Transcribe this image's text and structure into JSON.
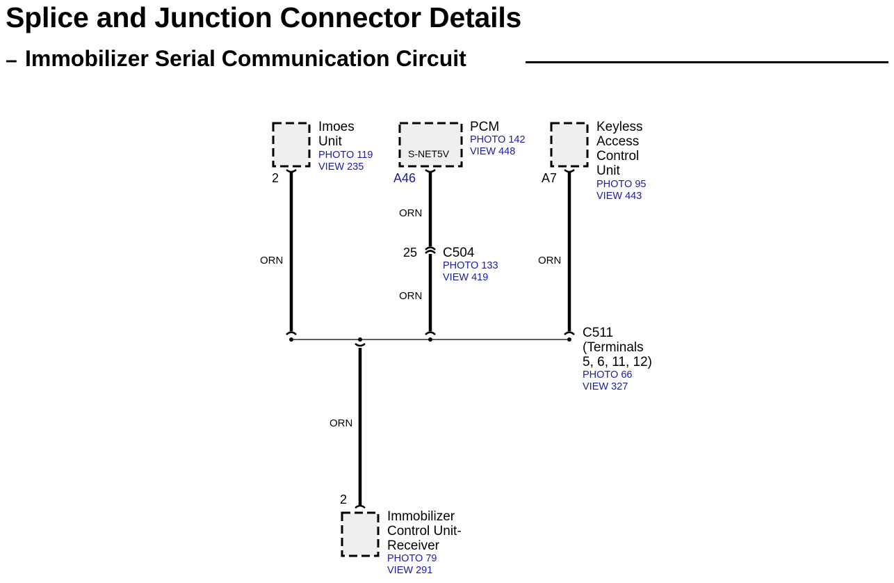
{
  "header": {
    "title": "Splice and Junction Connector Details",
    "dash": "–",
    "subtitle": "Immobilizer Serial Communication Circuit"
  },
  "components": {
    "imoes": {
      "name_line1": "Imoes",
      "name_line2": "Unit",
      "photo": "PHOTO 119",
      "view": "VIEW 235",
      "pin": "2"
    },
    "pcm": {
      "name": "PCM",
      "box_label": "S-NET5V",
      "photo": "PHOTO 142",
      "view": "VIEW 448",
      "pin": "A46"
    },
    "keyless": {
      "name_line1": "Keyless",
      "name_line2": "Access",
      "name_line3": "Control",
      "name_line4": "Unit",
      "photo": "PHOTO 95",
      "view": "VIEW 443",
      "pin": "A7"
    },
    "immobilizer": {
      "name_line1": "Immobilizer",
      "name_line2": "Control Unit-",
      "name_line3": "Receiver",
      "photo": "PHOTO 79",
      "view": "VIEW 291",
      "pin": "2"
    }
  },
  "connectors": {
    "c504": {
      "name": "C504",
      "pin": "25",
      "photo": "PHOTO 133",
      "view": "VIEW 419"
    },
    "c511": {
      "name": "C511",
      "line2": "(Terminals",
      "line3": "5, 6, 11, 12)",
      "photo": "PHOTO 66",
      "view": "VIEW 327"
    }
  },
  "wires": {
    "imoes_color": "ORN",
    "pcm_upper_color": "ORN",
    "pcm_lower_color": "ORN",
    "keyless_color": "ORN",
    "immobilizer_color": "ORN"
  },
  "colors": {
    "wire": "#000000",
    "box_fill": "#efefef",
    "reference_text": "#1a1aa8"
  }
}
